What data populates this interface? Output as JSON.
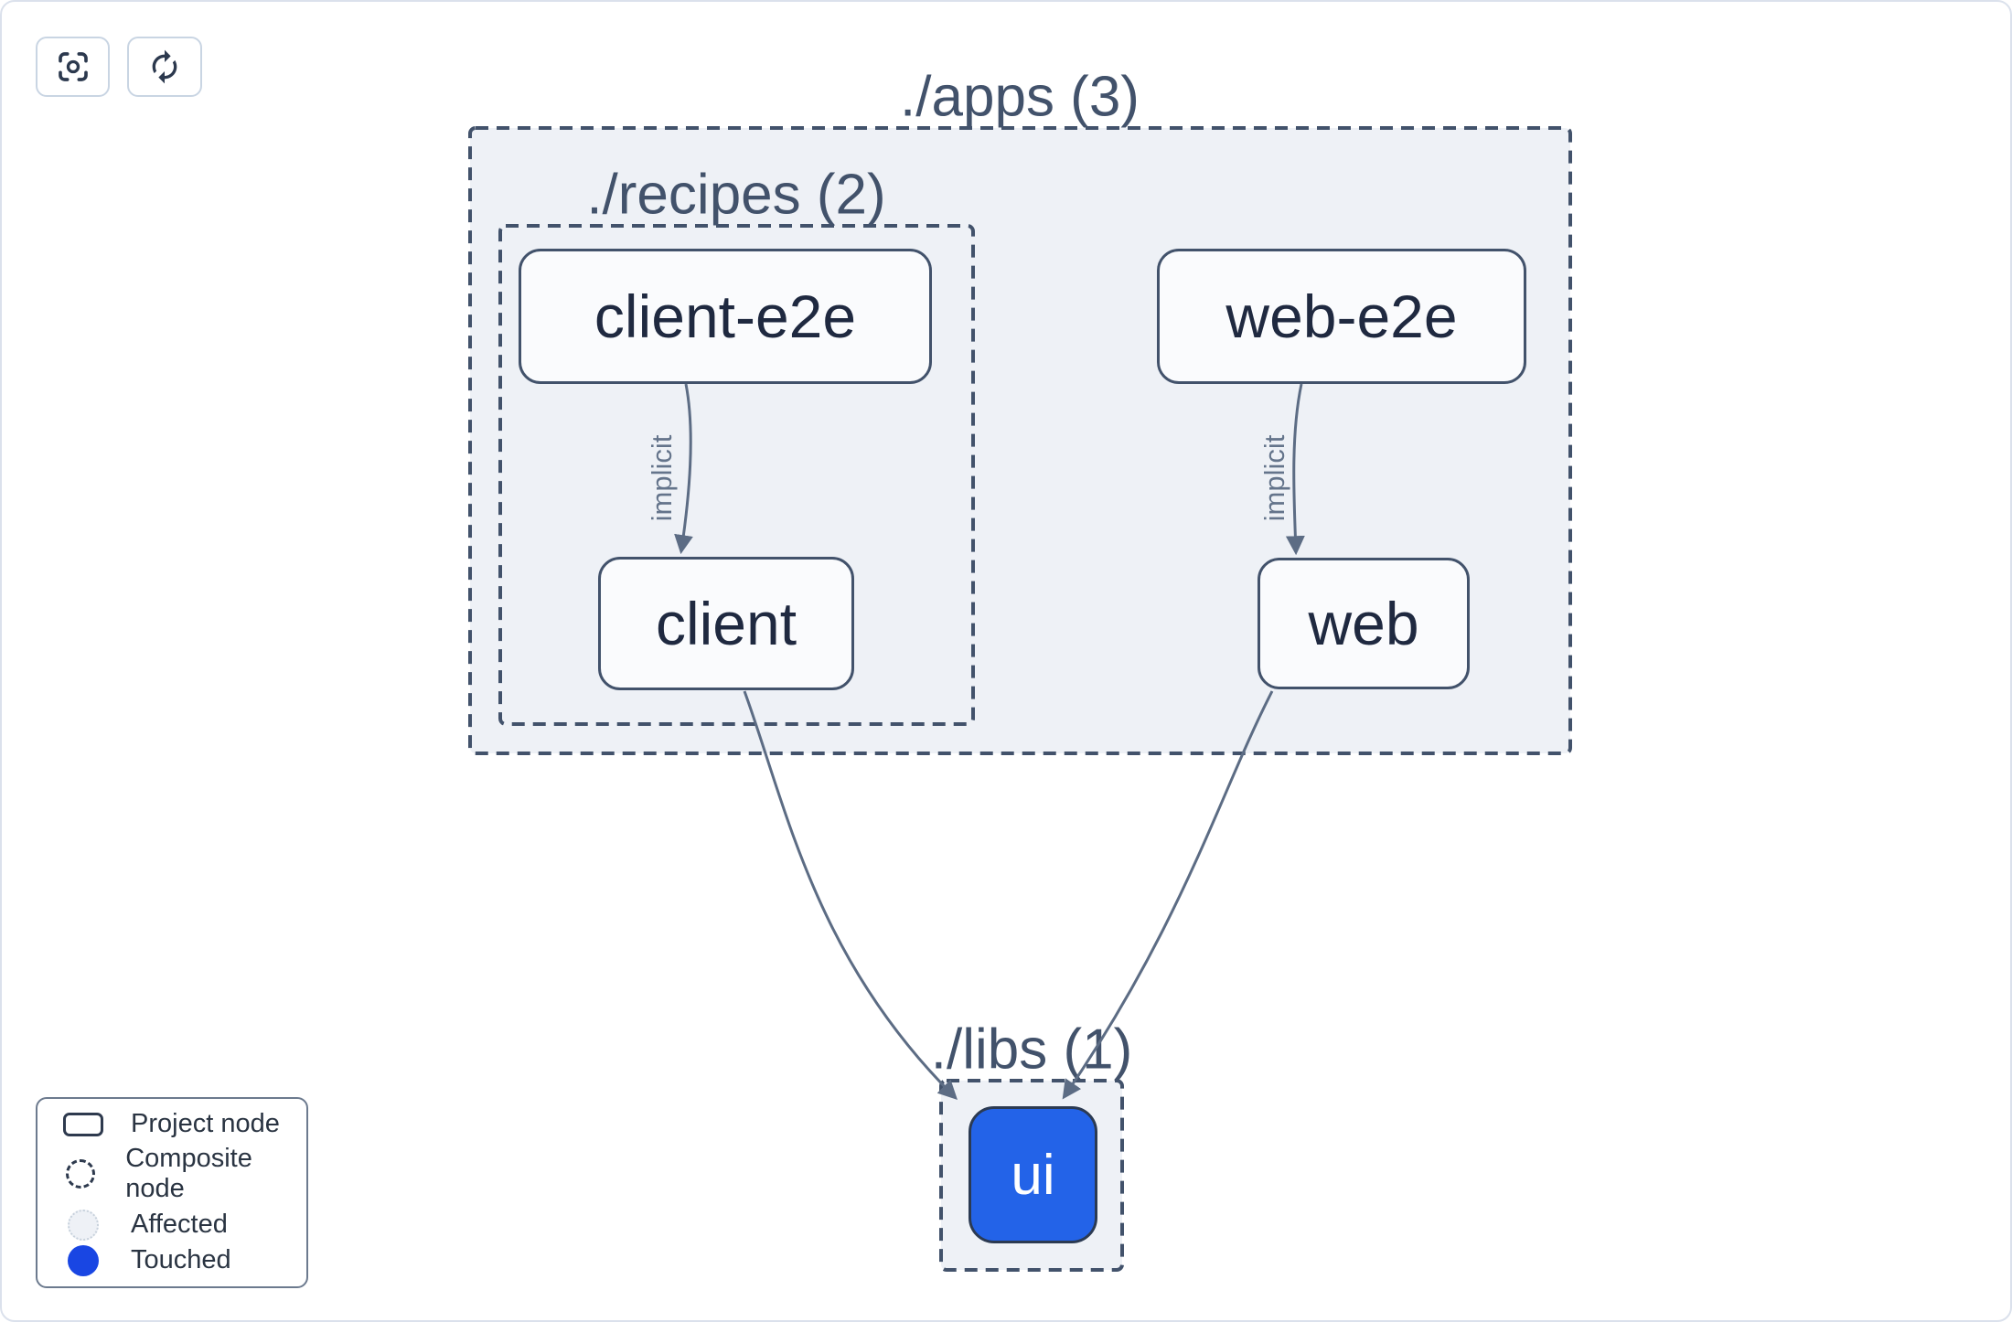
{
  "toolbar": {
    "buttons": [
      {
        "name": "zoom-to-fit",
        "icon": "focus-icon"
      },
      {
        "name": "refresh",
        "icon": "refresh-icon"
      }
    ]
  },
  "graph": {
    "containers": [
      {
        "id": "apps",
        "label": "./apps (3)"
      },
      {
        "id": "recipes",
        "label": "./recipes (2)"
      },
      {
        "id": "libs",
        "label": "./libs (1)"
      }
    ],
    "nodes": [
      {
        "id": "client-e2e",
        "label": "client-e2e",
        "state": "default"
      },
      {
        "id": "web-e2e",
        "label": "web-e2e",
        "state": "default"
      },
      {
        "id": "client",
        "label": "client",
        "state": "default"
      },
      {
        "id": "web",
        "label": "web",
        "state": "default"
      },
      {
        "id": "ui",
        "label": "ui",
        "state": "touched"
      }
    ],
    "edges": [
      {
        "source": "client-e2e",
        "target": "client",
        "label": "implicit"
      },
      {
        "source": "web-e2e",
        "target": "web",
        "label": "implicit"
      },
      {
        "source": "client",
        "target": "ui",
        "label": ""
      },
      {
        "source": "web",
        "target": "ui",
        "label": ""
      }
    ]
  },
  "legend": {
    "items": [
      {
        "swatch": "project-node",
        "label": "Project node"
      },
      {
        "swatch": "composite-node",
        "label": "Composite node"
      },
      {
        "swatch": "affected",
        "label": "Affected"
      },
      {
        "swatch": "touched",
        "label": "Touched"
      }
    ]
  },
  "colors": {
    "container_fill": "#eef1f6",
    "container_border": "#42526b",
    "edge": "#5c6c84",
    "node_blue": "#2363e8",
    "touched_blue": "#1946e3"
  }
}
